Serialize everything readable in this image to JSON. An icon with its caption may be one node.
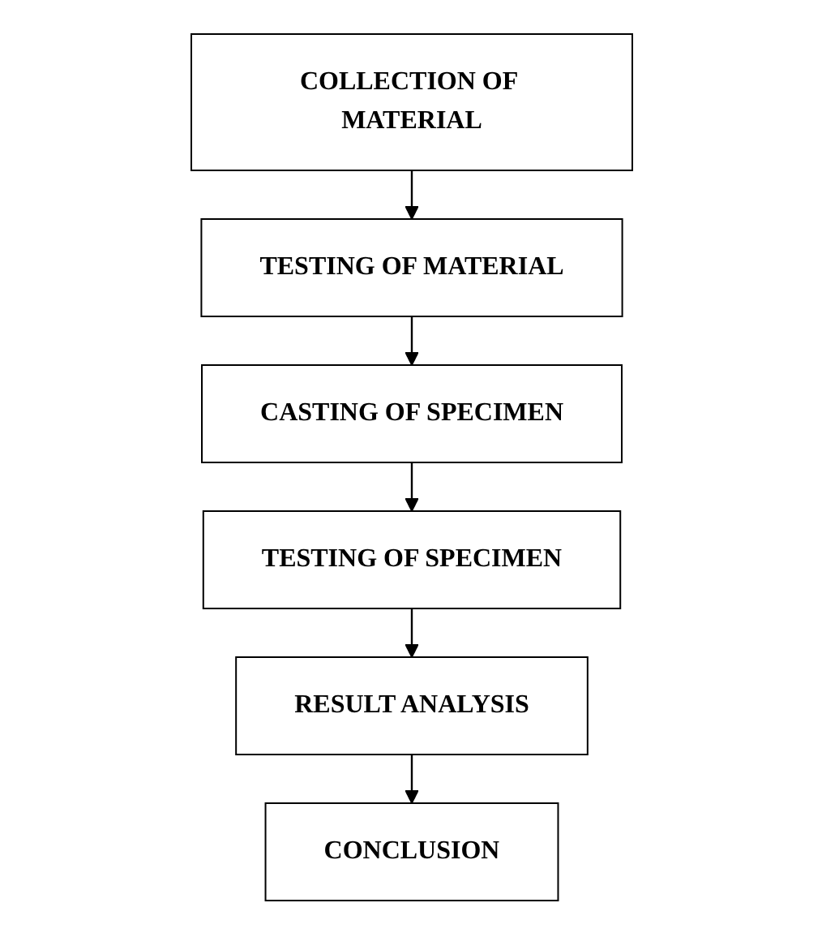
{
  "diagram": {
    "nodes": [
      {
        "text": [
          "COLLECTION OF MATERIAL"
        ]
      },
      {
        "text": [
          "TESTING OF MATERIAL"
        ]
      },
      {
        "text": [
          "CASTING OF SPECIMEN"
        ]
      },
      {
        "text": [
          "TESTING OF SPECIMEN"
        ]
      },
      {
        "text": [
          "RESULT ANALYSIS"
        ]
      },
      {
        "text": [
          "CONCLUSION"
        ]
      }
    ],
    "edges": [
      {
        "from": 0,
        "to": 1,
        "arrow": "to"
      },
      {
        "from": 1,
        "to": 2,
        "arrow": "to"
      },
      {
        "from": 2,
        "to": 3,
        "arrow": "to"
      },
      {
        "from": 3,
        "to": 4,
        "arrow": "to"
      },
      {
        "from": 4,
        "to": 5,
        "arrow": "to"
      }
    ]
  }
}
